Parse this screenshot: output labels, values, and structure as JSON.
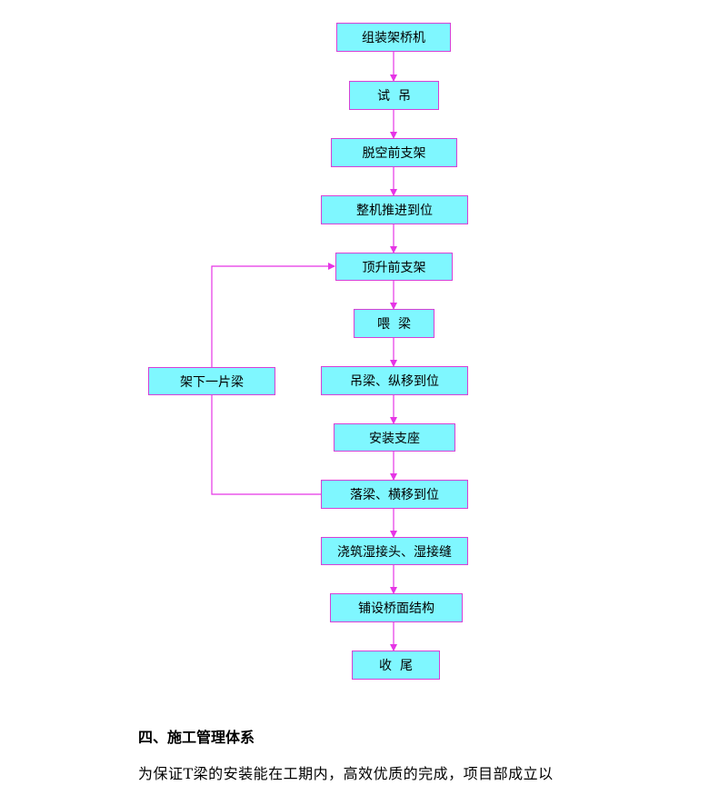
{
  "flowchart": {
    "line_color": "#e535e5",
    "box_fill": "#7ff7ff",
    "steps": [
      "组装架桥机",
      "试  吊",
      "脱空前支架",
      "整机推进到位",
      "顶升前支架",
      "喂  梁",
      "吊梁、纵移到位",
      "安装支座",
      "落梁、横移到位",
      "浇筑湿接头、湿接缝",
      "铺设桥面结构",
      "收  尾"
    ],
    "loop_step": "架下一片梁"
  },
  "section": {
    "heading": "四、施工管理体系",
    "body": "为保证T梁的安装能在工期内，高效优质的完成，项目部成立以"
  }
}
